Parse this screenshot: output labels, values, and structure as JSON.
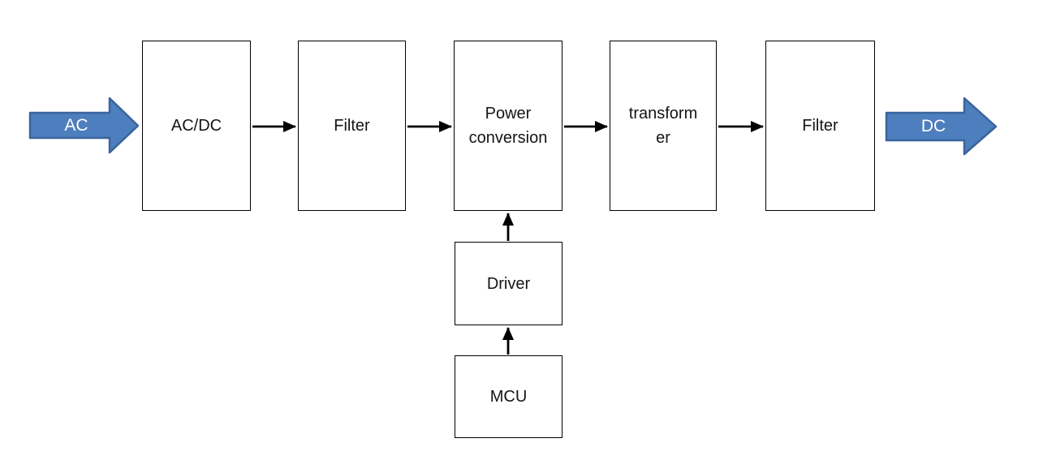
{
  "diagram": {
    "type": "block-diagram",
    "description": "Power supply block diagram: AC input through conversion stages to DC output, controlled by MCU and Driver",
    "nodes": [
      {
        "id": "acdc",
        "label": "AC/DC",
        "lines": [
          "AC/DC"
        ]
      },
      {
        "id": "filter-input",
        "label": "Filter",
        "lines": [
          "Filter"
        ]
      },
      {
        "id": "power-conversion",
        "label": "Power conversion",
        "lines": [
          "Power",
          "conversion"
        ]
      },
      {
        "id": "transformer",
        "label": "transformer",
        "lines": [
          "transform",
          "er"
        ]
      },
      {
        "id": "filter-output",
        "label": "Filter",
        "lines": [
          "Filter"
        ]
      },
      {
        "id": "driver",
        "label": "Driver",
        "lines": [
          "Driver"
        ]
      },
      {
        "id": "mcu",
        "label": "MCU",
        "lines": [
          "MCU"
        ]
      }
    ],
    "input_arrow": {
      "label": "AC"
    },
    "output_arrow": {
      "label": "DC"
    },
    "connections": [
      "AC -> AC/DC",
      "AC/DC -> Filter",
      "Filter -> Power conversion",
      "Power conversion -> transformer",
      "transformer -> Filter",
      "Filter -> DC",
      "MCU -> Driver",
      "Driver -> Power conversion"
    ],
    "colors": {
      "block_arrow_fill": "#4d7ebd",
      "block_arrow_border": "#3a649b",
      "block_arrow_text": "#ffffff",
      "box_fill": "#ffffff",
      "box_border": "#000000",
      "connector": "#000000",
      "background": "#ffffff"
    }
  }
}
